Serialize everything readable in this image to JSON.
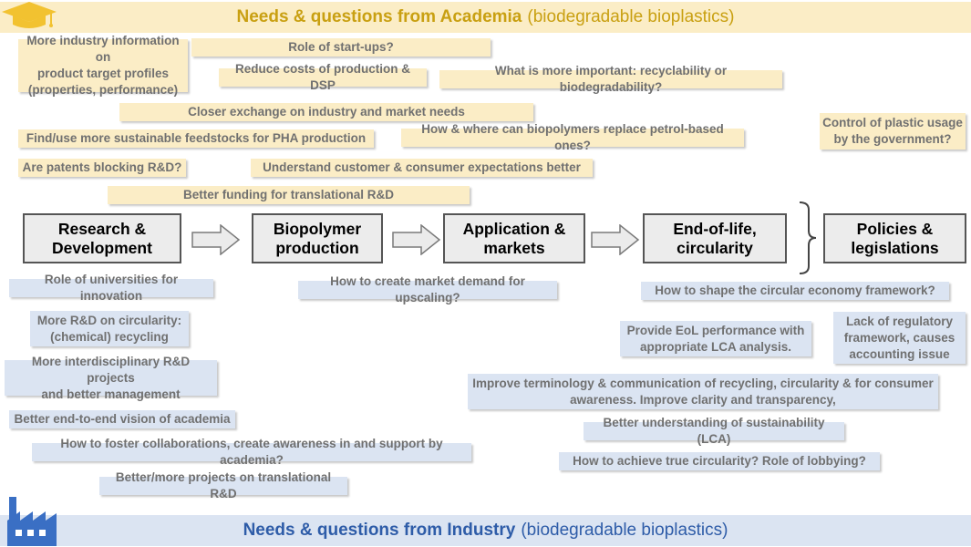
{
  "academia_banner": {
    "bold": "Needs & questions from Academia",
    "light": "(biodegradable bioplastics)"
  },
  "industry_banner": {
    "bold": "Needs & questions from Industry",
    "light": "(biodegradable bioplastics)"
  },
  "stages": [
    "Research &\nDevelopment",
    "Biopolymer\nproduction",
    "Application &\nmarkets",
    "End-of-life,\ncircularity",
    "Policies &\nlegislations"
  ],
  "academia_notes": [
    "More industry information on\nproduct target profiles\n(properties, performance)",
    "Role of start-ups?",
    "Reduce costs of production & DSP",
    "What is more important: recyclability or biodegradability?",
    "Closer exchange on industry and market needs",
    "Control of plastic usage\nby the government?",
    "Find/use more sustainable feedstocks for PHA production",
    "How & where can biopolymers replace petrol-based ones?",
    "Are patents blocking R&D?",
    "Understand customer & consumer expectations better",
    "Better funding for translational R&D"
  ],
  "industry_notes": [
    "Role of universities for innovation",
    "How to create market demand for upscaling?",
    "How to shape the circular economy framework?",
    "More R&D on circularity:\n(chemical) recycling",
    "Provide EoL performance with\nappropriate LCA analysis.",
    "Lack of regulatory\nframework, causes\naccounting issue",
    "More interdisciplinary R&D projects\nand better management",
    "Improve terminology & communication of recycling, circularity & for consumer\nawareness. Improve clarity and transparency,",
    "Better end-to-end vision of academia",
    "Better understanding of sustainability (LCA)",
    "How to foster collaborations, create awareness in and support by academia?",
    "How to achieve true circularity? Role of lobbying?",
    "Better/more projects on translational R&D"
  ],
  "colors": {
    "academia_note": "#fbedc6",
    "industry_note": "#dbe4f2",
    "academia_title": "#c9a012",
    "industry_title": "#2e5ca8",
    "stage_fill": "#ececec",
    "arrow_fill": "#ebebeb"
  },
  "icons": {
    "academia": "graduation-cap-icon",
    "industry": "factory-icon"
  }
}
